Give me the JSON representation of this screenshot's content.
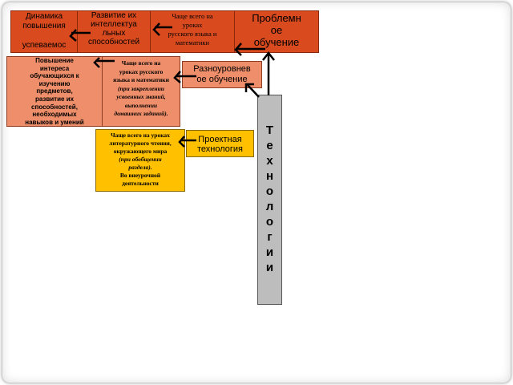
{
  "top_row": {
    "box1": {
      "line1": "Динамика",
      "line2": "повышения",
      "line3": "успеваемос"
    },
    "box2": {
      "line1": "Развитие их",
      "line2": "интеллектуа",
      "line3": "льных",
      "line4": "способностей"
    },
    "box3": {
      "line1": "Чаще всего на",
      "line2": "уроках",
      "line3": "русского языка и",
      "line4": "математики"
    },
    "box4": {
      "line1": "Проблемн",
      "line2": "ое",
      "line3": "обучение"
    }
  },
  "second_row": {
    "interest_box": {
      "line1": "Повышение",
      "line2": "интереса",
      "line3": "обучающихся к",
      "line4": "изучению",
      "line5": "предметов,",
      "line6": "развитие их",
      "line7": "способностей,",
      "line8": "необходимых",
      "line9": "навыков и умений"
    },
    "lessons_box": {
      "line1": "Чаще всего на",
      "line2": "уроках русского",
      "line3": "языка и математики",
      "line4": "(при закреплении",
      "line5": "усвоенных знаний,",
      "line6": "выполнении",
      "line7": "домашних заданий)."
    },
    "multilevel_box": {
      "line1": "Разноуровнев",
      "line2": "ое обучение"
    }
  },
  "third_row": {
    "yellow_box": {
      "line1": "Чаще всего на уроках",
      "line2": "литературного чтения,",
      "line3": "окружающего мира",
      "line4": "(при обобщении",
      "line5": "раздела).",
      "line6": "Во внеурочной",
      "line7": "деятельности"
    },
    "project_box": {
      "line1": "Проектная",
      "line2": "технология"
    }
  },
  "technologies": {
    "letters": [
      "Т",
      "е",
      "х",
      "н",
      "о",
      "л",
      "о",
      "г",
      "и",
      "и"
    ]
  },
  "colors": {
    "dark_orange": "#d94a1e",
    "light_orange": "#ee8e6a",
    "yellow": "#ffc000",
    "gray": "#bdbdbd"
  }
}
